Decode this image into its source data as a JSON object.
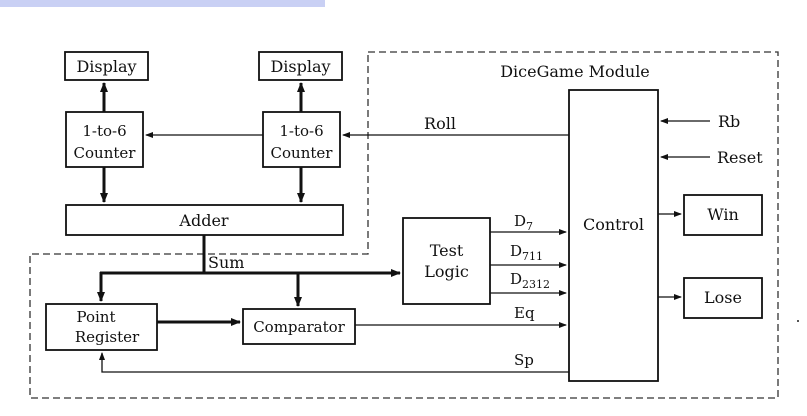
{
  "module_title": "DiceGame Module",
  "blocks": {
    "display_left": "Display",
    "display_right": "Display",
    "counter_left": [
      "1-to-6",
      "Counter"
    ],
    "counter_right": [
      "1-to-6",
      "Counter"
    ],
    "adder": "Adder",
    "test_logic": [
      "Test",
      "Logic"
    ],
    "control": "Control",
    "point_register": [
      "Point",
      "Register"
    ],
    "comparator": "Comparator",
    "win": "Win",
    "lose": "Lose"
  },
  "signals": {
    "roll": "Roll",
    "rb": "Rb",
    "reset": "Reset",
    "sum": "Sum",
    "d7": {
      "base": "D",
      "sub": "7"
    },
    "d711": {
      "base": "D",
      "sub": "711"
    },
    "d2312": {
      "base": "D",
      "sub": "2312"
    },
    "eq": "Eq",
    "sp": "Sp"
  }
}
